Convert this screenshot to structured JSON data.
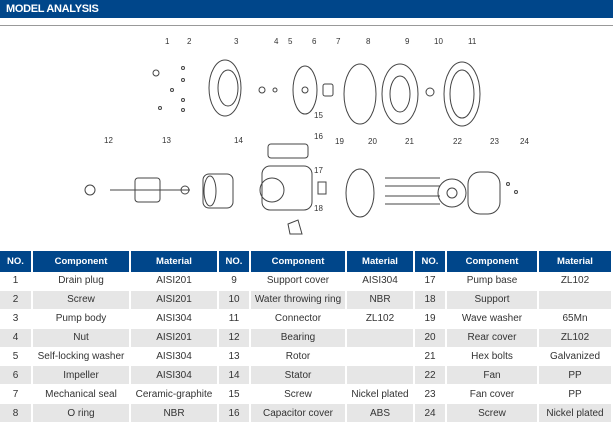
{
  "title": "MODEL ANALYSIS",
  "diagram": {
    "labels": [
      "1",
      "2",
      "3",
      "4",
      "5",
      "6",
      "7",
      "8",
      "9",
      "10",
      "11",
      "12",
      "13",
      "14",
      "15",
      "16",
      "17",
      "18",
      "19",
      "20",
      "21",
      "22",
      "23",
      "24"
    ]
  },
  "table": {
    "headers": [
      "NO.",
      "Component",
      "Material",
      "NO.",
      "Component",
      "Material",
      "NO.",
      "Component",
      "Material"
    ],
    "rows": [
      [
        "1",
        "Drain plug",
        "AISI201",
        "9",
        "Support cover",
        "AISI304",
        "17",
        "Pump base",
        "ZL102"
      ],
      [
        "2",
        "Screw",
        "AISI201",
        "10",
        "Water throwing ring",
        "NBR",
        "18",
        "Support",
        ""
      ],
      [
        "3",
        "Pump body",
        "AISI304",
        "11",
        "Connector",
        "ZL102",
        "19",
        "Wave washer",
        "65Mn"
      ],
      [
        "4",
        "Nut",
        "AISI201",
        "12",
        "Bearing",
        "",
        "20",
        "Rear cover",
        "ZL102"
      ],
      [
        "5",
        "Self-locking washer",
        "AISI304",
        "13",
        "Rotor",
        "",
        "21",
        "Hex bolts",
        "Galvanized"
      ],
      [
        "6",
        "Impeller",
        "AISI304",
        "14",
        "Stator",
        "",
        "22",
        "Fan",
        "PP"
      ],
      [
        "7",
        "Mechanical seal",
        "Ceramic-graphite",
        "15",
        "Screw",
        "Nickel plated",
        "23",
        "Fan cover",
        "PP"
      ],
      [
        "8",
        "O ring",
        "NBR",
        "16",
        "Capacitor cover",
        "ABS",
        "24",
        "Screw",
        "Nickel plated"
      ]
    ]
  }
}
